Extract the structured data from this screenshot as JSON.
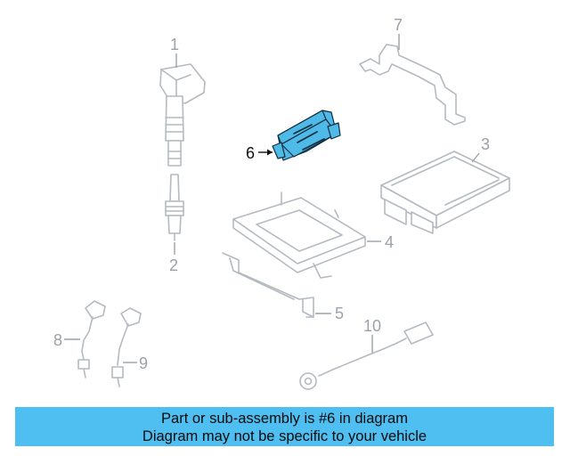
{
  "callouts": {
    "c1": "1",
    "c2": "2",
    "c3": "3",
    "c4": "4",
    "c5": "5",
    "c6": "6",
    "c7": "7",
    "c8": "8",
    "c9": "9",
    "c10": "10"
  },
  "highlight_color": "#4fb9e8",
  "banner": {
    "line1": "Part or sub-assembly is #6 in diagram",
    "line2": "Diagram may not be specific to your vehicle",
    "background": "#4fbef0"
  }
}
